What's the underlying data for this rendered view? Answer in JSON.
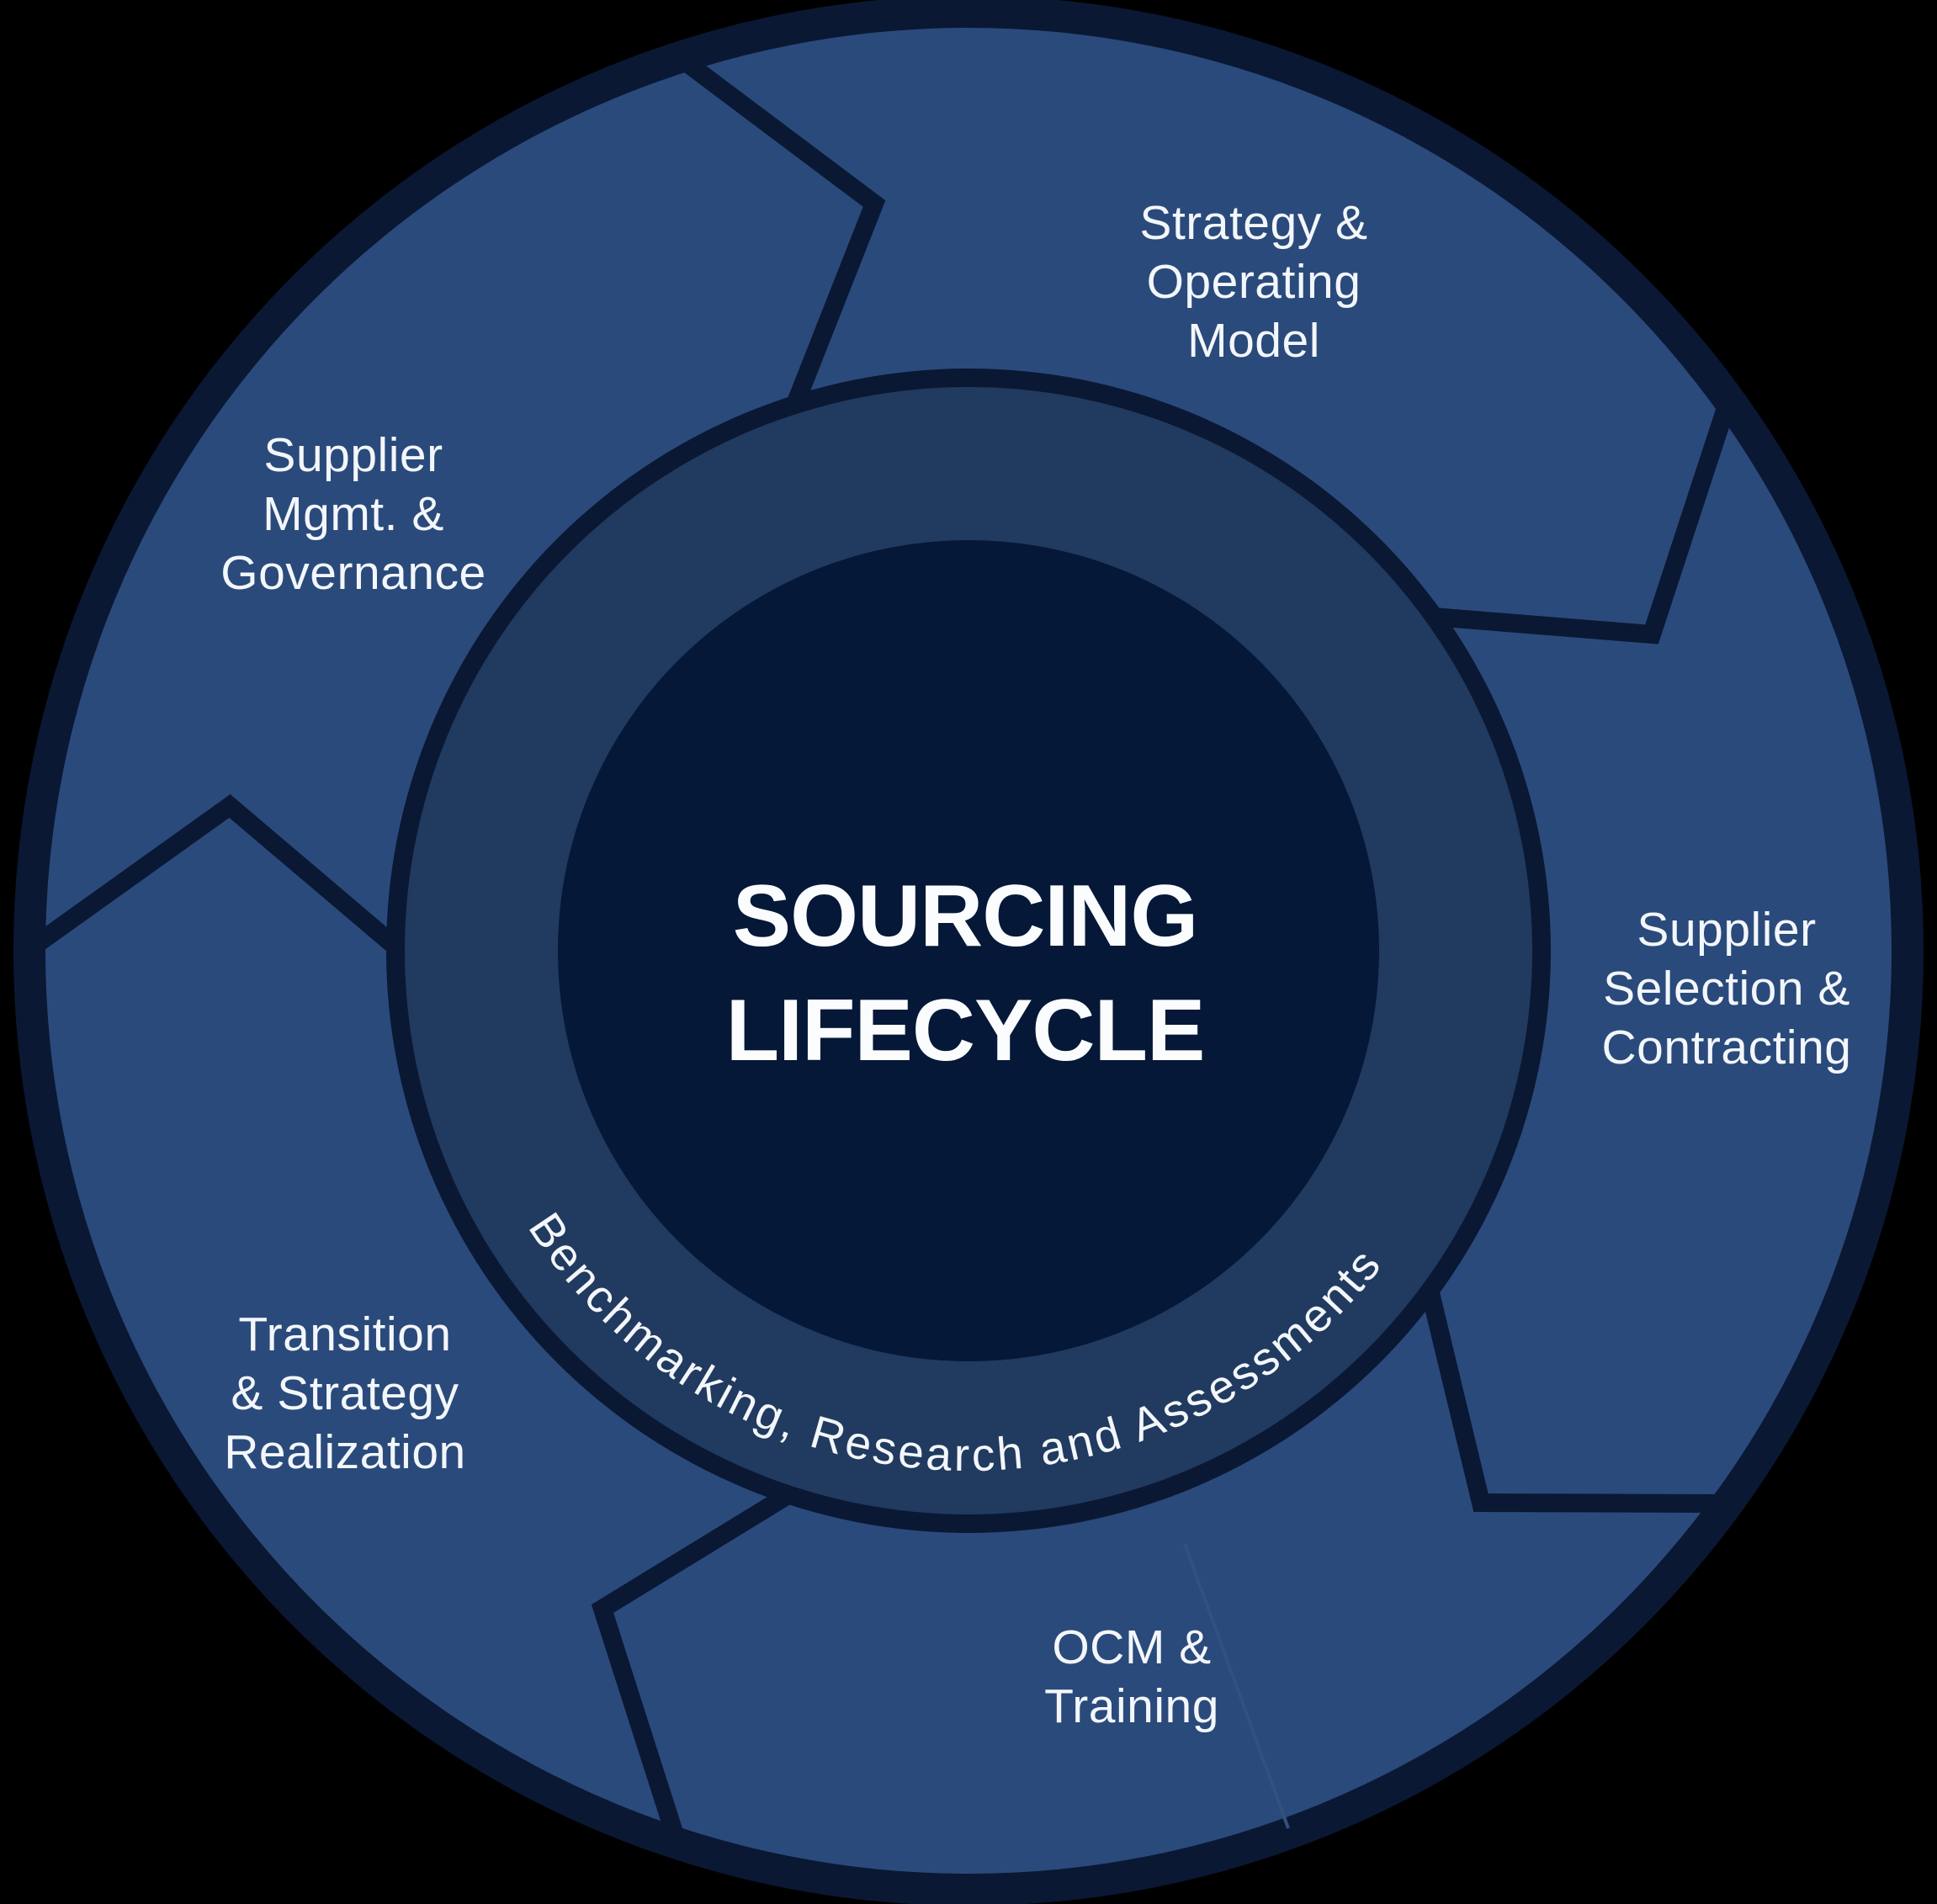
{
  "diagram": {
    "title": {
      "line1": "SOURCING",
      "line2": "LIFECYCLE"
    },
    "arc_text": "Benchmarking, Research and Assessments"
  },
  "segments": [
    {
      "id": "strategy-operating-model",
      "lines": [
        "Strategy &",
        "Operating",
        "Model"
      ]
    },
    {
      "id": "supplier-selection-contracting",
      "lines": [
        "Supplier",
        "Selection &",
        "Contracting"
      ]
    },
    {
      "id": "ocm-training",
      "lines": [
        "OCM &",
        "Training"
      ]
    },
    {
      "id": "transition-strategy-realization",
      "lines": [
        "Transition",
        "& Strategy",
        "Realization"
      ]
    },
    {
      "id": "supplier-mgmt-governance",
      "lines": [
        "Supplier",
        "Mgmt. &",
        "Governance"
      ]
    }
  ],
  "colors": {
    "background": "#000000",
    "navy_border": "#0a1834",
    "outer_band": "#2a4a7b",
    "inner_ring": "#213a5f",
    "center_circle": "#051838",
    "text": "#f3f6fa",
    "seam": "#33517f"
  }
}
